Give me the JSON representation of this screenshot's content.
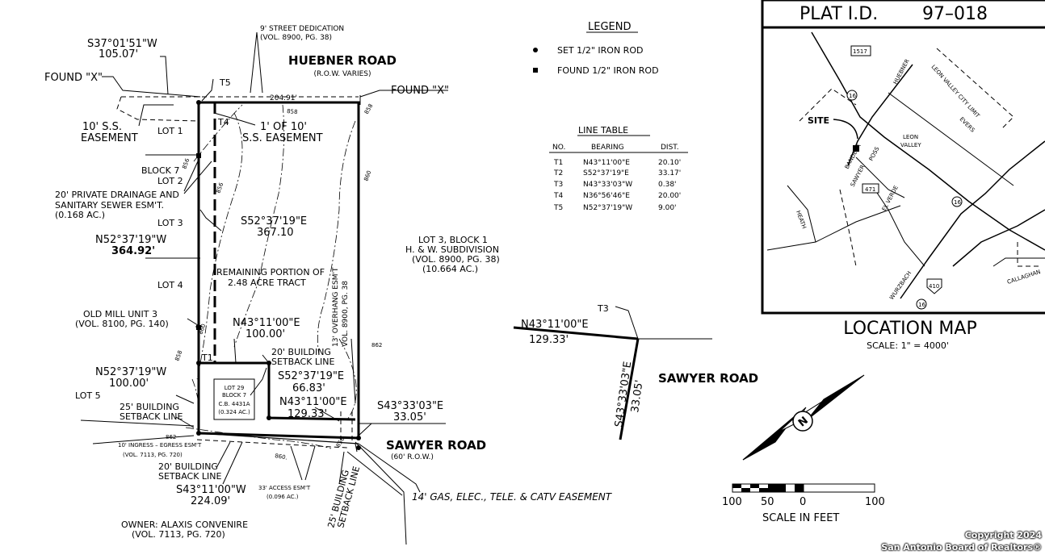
{
  "plat_id_label": "PLAT I.D.",
  "plat_id_number": "97–018",
  "legend": {
    "title": "LEGEND",
    "set_rod": "SET 1/2\" IRON ROD",
    "found_rod": "FOUND 1/2\" IRON ROD"
  },
  "line_table": {
    "title": "LINE TABLE",
    "headers": [
      "NO.",
      "BEARING",
      "DIST."
    ],
    "rows": [
      [
        "T1",
        "N43°11'00\"E",
        "20.10'"
      ],
      [
        "T2",
        "S52°37'19\"E",
        "33.17'"
      ],
      [
        "T3",
        "N43°33'03\"W",
        "0.38'"
      ],
      [
        "T4",
        "N36°56'46\"E",
        "20.00'"
      ],
      [
        "T5",
        "N52°37'19\"W",
        "9.00'"
      ]
    ]
  },
  "location_map": {
    "title": "LOCATION MAP",
    "scale": "SCALE:  1\" = 4000'",
    "site": "SITE",
    "roads": [
      "1517",
      "16",
      "16",
      "16",
      "471",
      "410",
      "HUEBNER",
      "LEON VALLEY CITY LIMIT",
      "EVERS",
      "LEON",
      "VALLEY",
      "BANDERA",
      "SAWYER",
      "POSS",
      "EL VERDE",
      "HEATH",
      "WURZBACH",
      "CALLAGHAN"
    ]
  },
  "plat": {
    "s37_bearing": "S37°01'51\"W",
    "s37_dist": "105.07'",
    "found_x_left": "FOUND \"X\"",
    "found_x_right": "FOUND \"X\"",
    "t5": "T5",
    "t4": "T4",
    "t1": "T1",
    "t3": "T3",
    "street_dedication": "9' STREET DEDICATION",
    "street_dedication_vol": "(VOL. 8900, PG. 38)",
    "huebner_road": "HUEBNER ROAD",
    "huebner_row": "(R.O.W. VARIES)",
    "top_dist": "204.91'",
    "ss_easement_left_1": "10' S.S.",
    "ss_easement_left_2": "EASEMENT",
    "ss_easement_1": "1' OF 10'",
    "ss_easement_2": "S.S. EASEMENT",
    "lot1": "LOT 1",
    "block7": "BLOCK 7",
    "lot2": "LOT 2",
    "drainage_1": "20' PRIVATE DRAINAGE AND",
    "drainage_2": "SANITARY SEWER ESM'T.",
    "drainage_3": "(0.168 AC.)",
    "lot3": "LOT 3",
    "n52_bearing_1": "N52°37'19\"W",
    "n52_dist_1": "364.92'",
    "s52_bearing_main": "S52°37'19\"E",
    "s52_dist_main": "367.10",
    "remaining_1": "REMAINING PORTION OF",
    "remaining_2": "2.48 ACRE TRACT",
    "lot4": "LOT 4",
    "lot3_block1_1": "LOT 3, BLOCK 1",
    "lot3_block1_2": "H. & W. SUBDIVISION",
    "lot3_block1_3": "(VOL. 8900, PG. 38)",
    "lot3_block1_4": "(10.664 AC.)",
    "overhang_1": "13' OVERHANG ESM'T",
    "overhang_2": "VOL. 8900, PG. 38",
    "old_mill_1": "OLD MILL UNIT 3",
    "old_mill_2": "(VOL. 8100, PG. 140)",
    "n43_bearing": "N43°11'00\"E",
    "n43_dist": "100.00'",
    "bldg_setback_1": "20' BUILDING",
    "bldg_setback_2": "SETBACK LINE",
    "n52_bearing_2": "N52°37'19\"W",
    "n52_dist_2": "100.00'",
    "lot29_1": "LOT 29",
    "lot29_2": "BLOCK 7",
    "lot29_3": "C.B. 4431A",
    "lot29_4": "(0.324 AC.)",
    "s52_bearing_small": "S52°37'19\"E",
    "s52_dist_small": "66.83'",
    "n43_bearing_2": "N43°11'00\"E",
    "n43_dist_2": "129.33'",
    "s43_bearing": "S43°33'03\"E",
    "s43_dist": "33.05'",
    "lot5": "LOT 5",
    "bldg25_1": "25' BUILDING",
    "bldg25_2": "SETBACK LINE",
    "ingress_1": "10' INGRESS – EGRESS ESM'T",
    "ingress_2": "(VOL. 7113, PG. 720)",
    "bldg20b_1": "20' BUILDING",
    "bldg20b_2": "SETBACK LINE",
    "sawyer_road": "SAWYER ROAD",
    "sawyer_row": "(60' R.O.W.)",
    "s43_11_bearing": "S43°11'00\"W",
    "s43_11_dist": "224.09'",
    "access_1": "33' ACCESS ESM'T",
    "access_2": "(0.096 AC.)",
    "bldg25b_1": "25' BUILDING",
    "bldg25b_2": "SETBACK LINE",
    "utility_easement": "14' GAS, ELEC., TELE. & CATV EASEMENT",
    "owner_1": "OWNER: ALAXIS CONVENIRE",
    "owner_2": "(VOL. 7113, PG. 720)",
    "contours": [
      "856",
      "858",
      "858",
      "860",
      "856",
      "860",
      "858",
      "862",
      "862",
      "860.",
      "858"
    ],
    "detail_n43_bearing": "N43°11'00\"E",
    "detail_n43_dist": "129.33'",
    "detail_s43_bearing": "S43°33'03\"E",
    "detail_s43_dist": "33.05'",
    "detail_sawyer": "SAWYER ROAD",
    "north": "N"
  },
  "scale_bar": {
    "ticks": [
      "100",
      "50",
      "0",
      "100"
    ],
    "label": "SCALE IN FEET"
  },
  "copyright": {
    "line1": "Copyright 2024",
    "line2": "San Antonio Board of Realtors®"
  }
}
